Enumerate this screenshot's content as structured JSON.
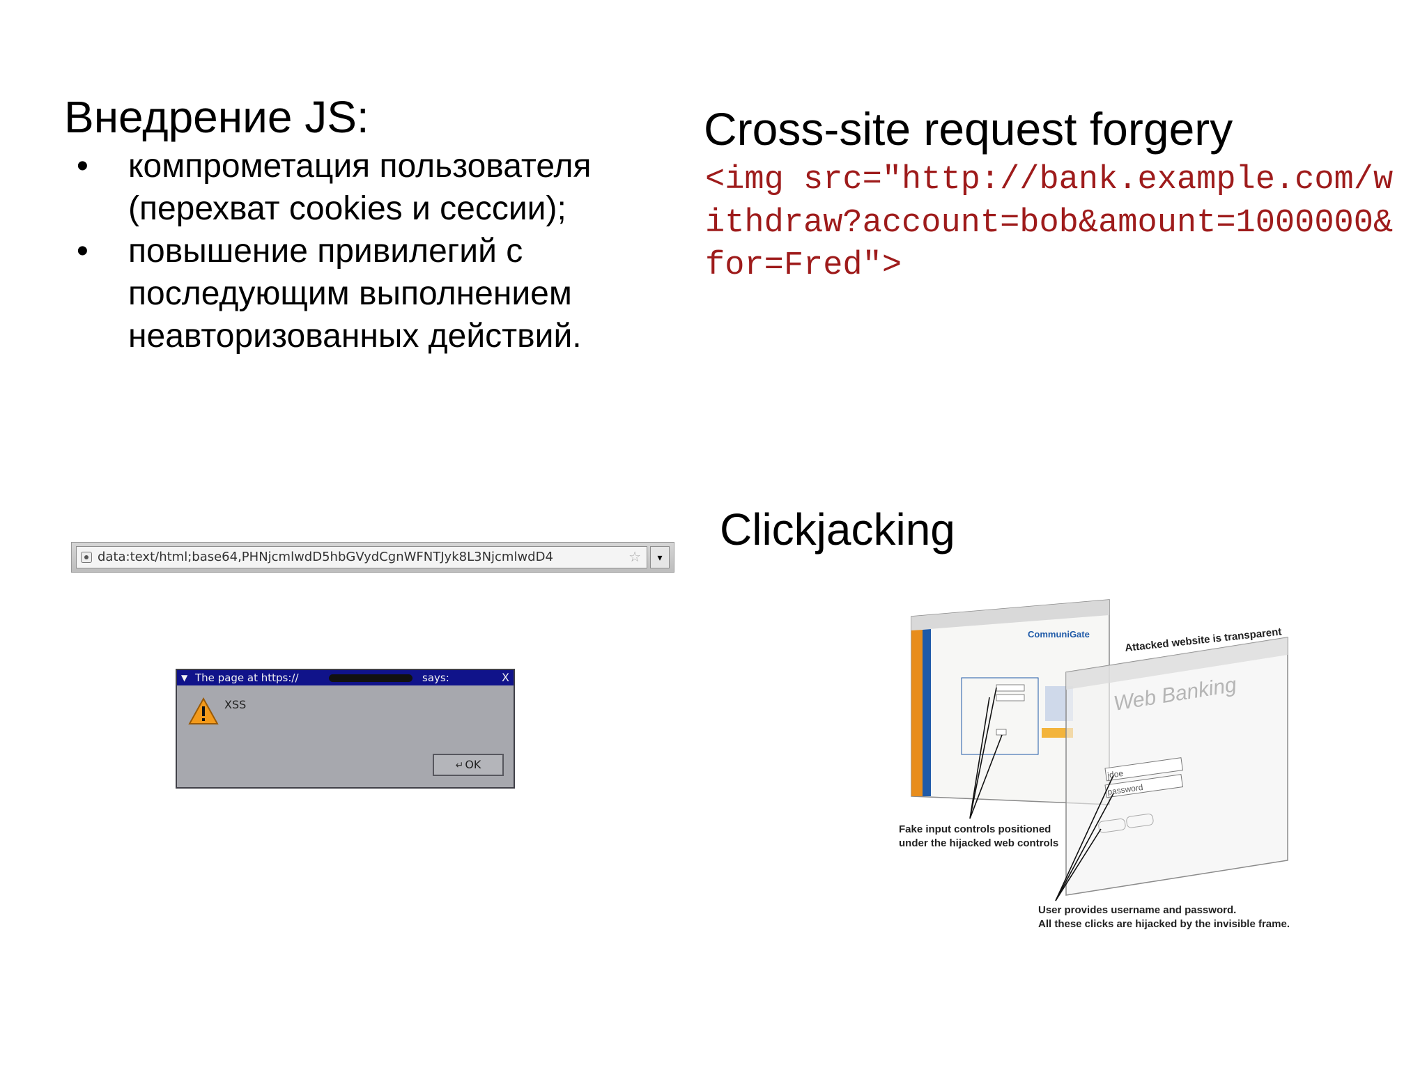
{
  "js_section": {
    "title": "Внедрение JS:",
    "bullet_glyph": "•",
    "bullets": [
      "компрометация пользователя (перехват cookies и сессии);",
      "повышение привилегий с последующим выполнением неавторизованных действий."
    ]
  },
  "csrf_section": {
    "title": "Cross-site request forgery",
    "code": "<img src=\"http://bank.example.com/withdraw?account=bob&amount=1000000&for=Fred\">",
    "code_color": "#9e1b1b"
  },
  "clickjacking_section": {
    "title": "Clickjacking",
    "illustration": {
      "back_window_brand": "CommuniGate",
      "front_heading": "Attacked website is transparent",
      "front_page_title": "Web Banking",
      "username_value": "jdoe",
      "password_value": "password",
      "fake_controls_caption_1": "Fake input controls positioned",
      "fake_controls_caption_2": "under the hijacked web controls",
      "user_caption_1": "User provides username and password.",
      "user_caption_2": "All these clicks are hijacked by the invisible frame."
    }
  },
  "url_bar": {
    "url": "data:text/html;base64,PHNjcmlwdD5hbGVydCgnWFNTJyk8L3NjcmlwdD4",
    "star_glyph": "☆",
    "dropdown_glyph": "▾"
  },
  "xss_dialog": {
    "title_start": "The page at https://",
    "title_end": "says:",
    "menu_glyph": "▼",
    "close_glyph": "X",
    "message": "XSS",
    "ok_label": "OK",
    "ok_icon_glyph": "↵"
  }
}
